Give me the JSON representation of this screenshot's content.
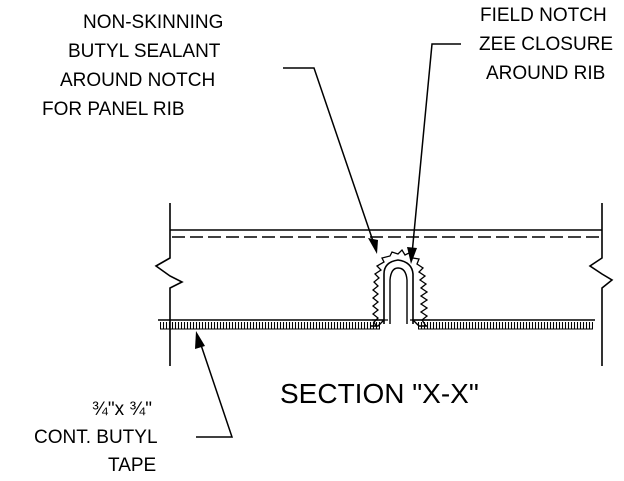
{
  "labels": {
    "sealant": [
      "NON-SKINNING",
      "BUTYL SEALANT",
      "AROUND NOTCH",
      "FOR PANEL RIB"
    ],
    "closure": [
      "FIELD NOTCH",
      "ZEE CLOSURE",
      "AROUND RIB"
    ],
    "tape_size": "¾\"x ¾\"",
    "tape_name": [
      "CONT. BUTYL",
      "TAPE"
    ],
    "section_title": "SECTION \"X-X\""
  },
  "colors": {
    "line": "#000000",
    "background": "#ffffff"
  }
}
